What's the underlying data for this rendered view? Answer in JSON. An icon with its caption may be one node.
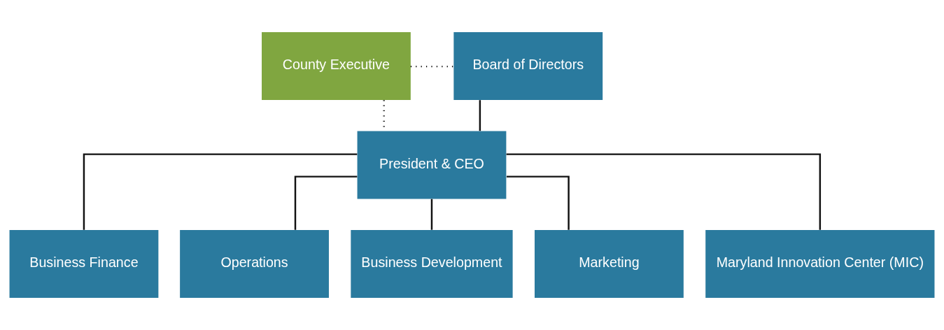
{
  "diagram": {
    "nodes": [
      {
        "text": [
          "County Executive"
        ]
      },
      {
        "text": [
          "Board of Directors"
        ]
      },
      {
        "text": [
          "President & CEO"
        ]
      },
      {
        "text": [
          "Business Finance"
        ]
      },
      {
        "text": [
          "Operations"
        ]
      },
      {
        "text": [
          "Business Development"
        ]
      },
      {
        "text": [
          "Marketing"
        ]
      },
      {
        "text": [
          "Maryland Innovation Center (MIC)"
        ]
      }
    ],
    "edges": [
      {
        "from": 0,
        "to": 1,
        "arrow": "none",
        "style": "dashed"
      },
      {
        "from": 1,
        "to": 2,
        "arrow": "none"
      },
      {
        "from": 0,
        "to": 2,
        "arrow": "none",
        "style": "dashed"
      },
      {
        "from": 2,
        "to": 3,
        "arrow": "none"
      },
      {
        "from": 2,
        "to": 4,
        "arrow": "none"
      },
      {
        "from": 2,
        "to": 5,
        "arrow": "none"
      },
      {
        "from": 2,
        "to": 6,
        "arrow": "none"
      },
      {
        "from": 2,
        "to": 7,
        "arrow": "none"
      }
    ]
  }
}
